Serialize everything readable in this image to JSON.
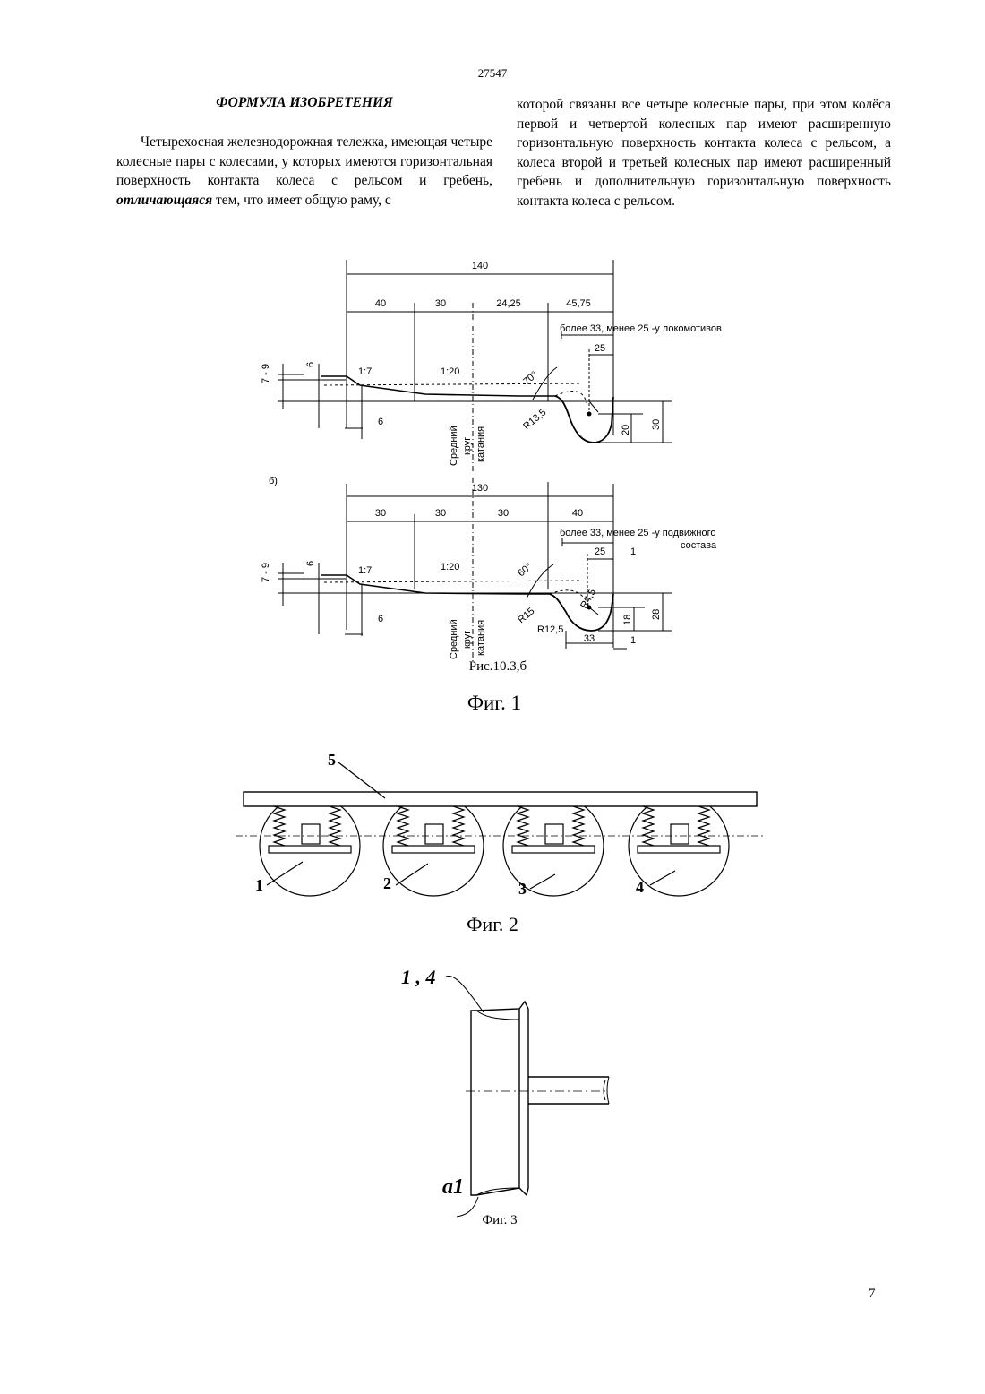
{
  "header": {
    "page_code": "27547"
  },
  "claims": {
    "title": "ФОРМУЛА ИЗОБРЕТЕНИЯ",
    "col1_text_a": "Четырехосная железнодорожная тележка, имеющая четыре колесные пары с колесами, у которых имеются горизонтальная поверхность контакта колеса с рельсом и гребень,",
    "col1_emph": "отличающаяся",
    "col1_text_b": "тем, что имеет общую раму, с",
    "col2_text": "которой связаны все четыре колесные пары, при этом колёса первой и четвертой колесных пар имеют расширенную горизонтальную поверхность контакта колеса с рельсом, а колеса второй и третьей колесных пар имеют расширенный гребень и дополнительную горизонтальную поверхность контакта колеса с рельсом."
  },
  "fig1": {
    "top": {
      "total": "140",
      "segs": [
        "40",
        "30",
        "24,25",
        "45,75"
      ],
      "note": "более 33, менее 25 -у локомотивов",
      "flange_top": "25",
      "left_dims": [
        "7 - 9",
        "6"
      ],
      "bottom_left": "6",
      "tapers": [
        "1:7",
        "1:20"
      ],
      "angle": "70°",
      "radius": "R13,5",
      "right_dims": [
        "20",
        "30"
      ],
      "circle_label": [
        "Средний",
        "круг",
        "катания"
      ]
    },
    "bottom": {
      "label_b": "б)",
      "total": "130",
      "segs": [
        "30",
        "30",
        "30",
        "40"
      ],
      "note_line1": "более 33, менее 25 -у подвижного",
      "note_line2": "состава",
      "flange_top": "25",
      "top_right": "1",
      "left_dims": [
        "7 - 9",
        "6"
      ],
      "bottom_left": "6",
      "tapers": [
        "1:7",
        "1:20"
      ],
      "angle": "60°",
      "radii": [
        "R15",
        "R4,5",
        "R12,5"
      ],
      "right_dims": [
        "18",
        "28"
      ],
      "bottom_dims": [
        "33",
        "1"
      ],
      "circle_label": [
        "Средний",
        "круг",
        "катания"
      ]
    },
    "subcaption": "Рис.10.3,б",
    "caption": "Фиг. 1"
  },
  "fig2": {
    "frame_label": "5",
    "wheel_labels": [
      "1",
      "2",
      "3",
      "4"
    ],
    "caption": "Фиг. 2"
  },
  "fig3": {
    "label_top": "1 , 4",
    "label_bottom": "a1",
    "caption": "Фиг. 3"
  },
  "footer": {
    "page_number": "7"
  }
}
